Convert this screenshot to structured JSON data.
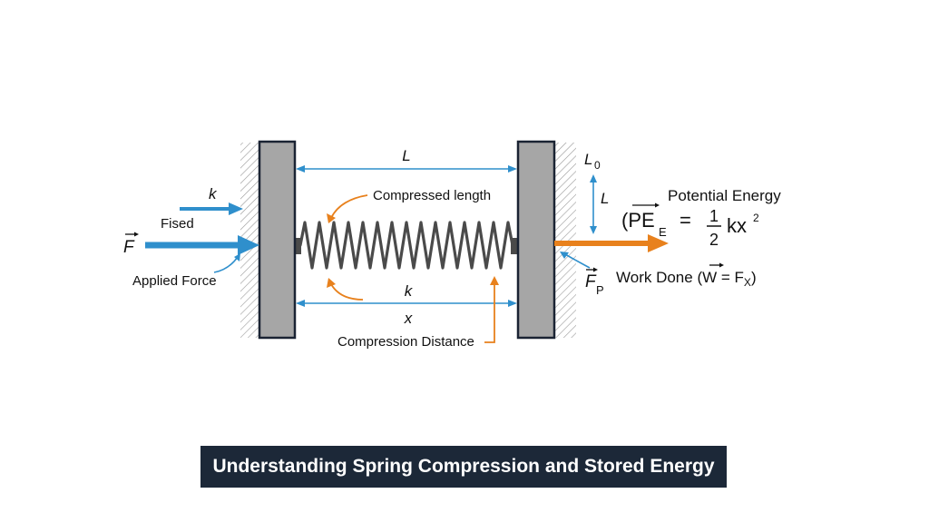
{
  "colors": {
    "blue": "#2f8fcc",
    "orange": "#e8811d",
    "plate": "#a6a6a6",
    "plate_border": "#1a2333",
    "spring": "#4a4a4a",
    "caption_bg": "#1c2838"
  },
  "labels": {
    "k_top": "k",
    "fised": "Fised",
    "force_vec": "F",
    "applied_force": "Applied Force",
    "length_L": "L",
    "compressed_length": "Compressed length",
    "k_mid": "k",
    "x_label": "x",
    "compression_distance": "Compression Distance",
    "L0_main": "L",
    "L0_sub": "0",
    "L_right": "L",
    "potential_energy": "Potential Energy",
    "pe_formula_open": "(PE",
    "pe_sub": "E",
    "pe_equals": "=",
    "frac_num": "1",
    "frac_den": "2",
    "kx": "kx",
    "kx_exp": "2",
    "fp_main": "F",
    "fp_sub": "P",
    "work_done_prefix": "Work Done (",
    "work_W": "W",
    "work_eq": " = F",
    "work_sub": "X",
    "work_close": ")"
  },
  "caption": "Understanding Spring Compression and Stored Energy"
}
